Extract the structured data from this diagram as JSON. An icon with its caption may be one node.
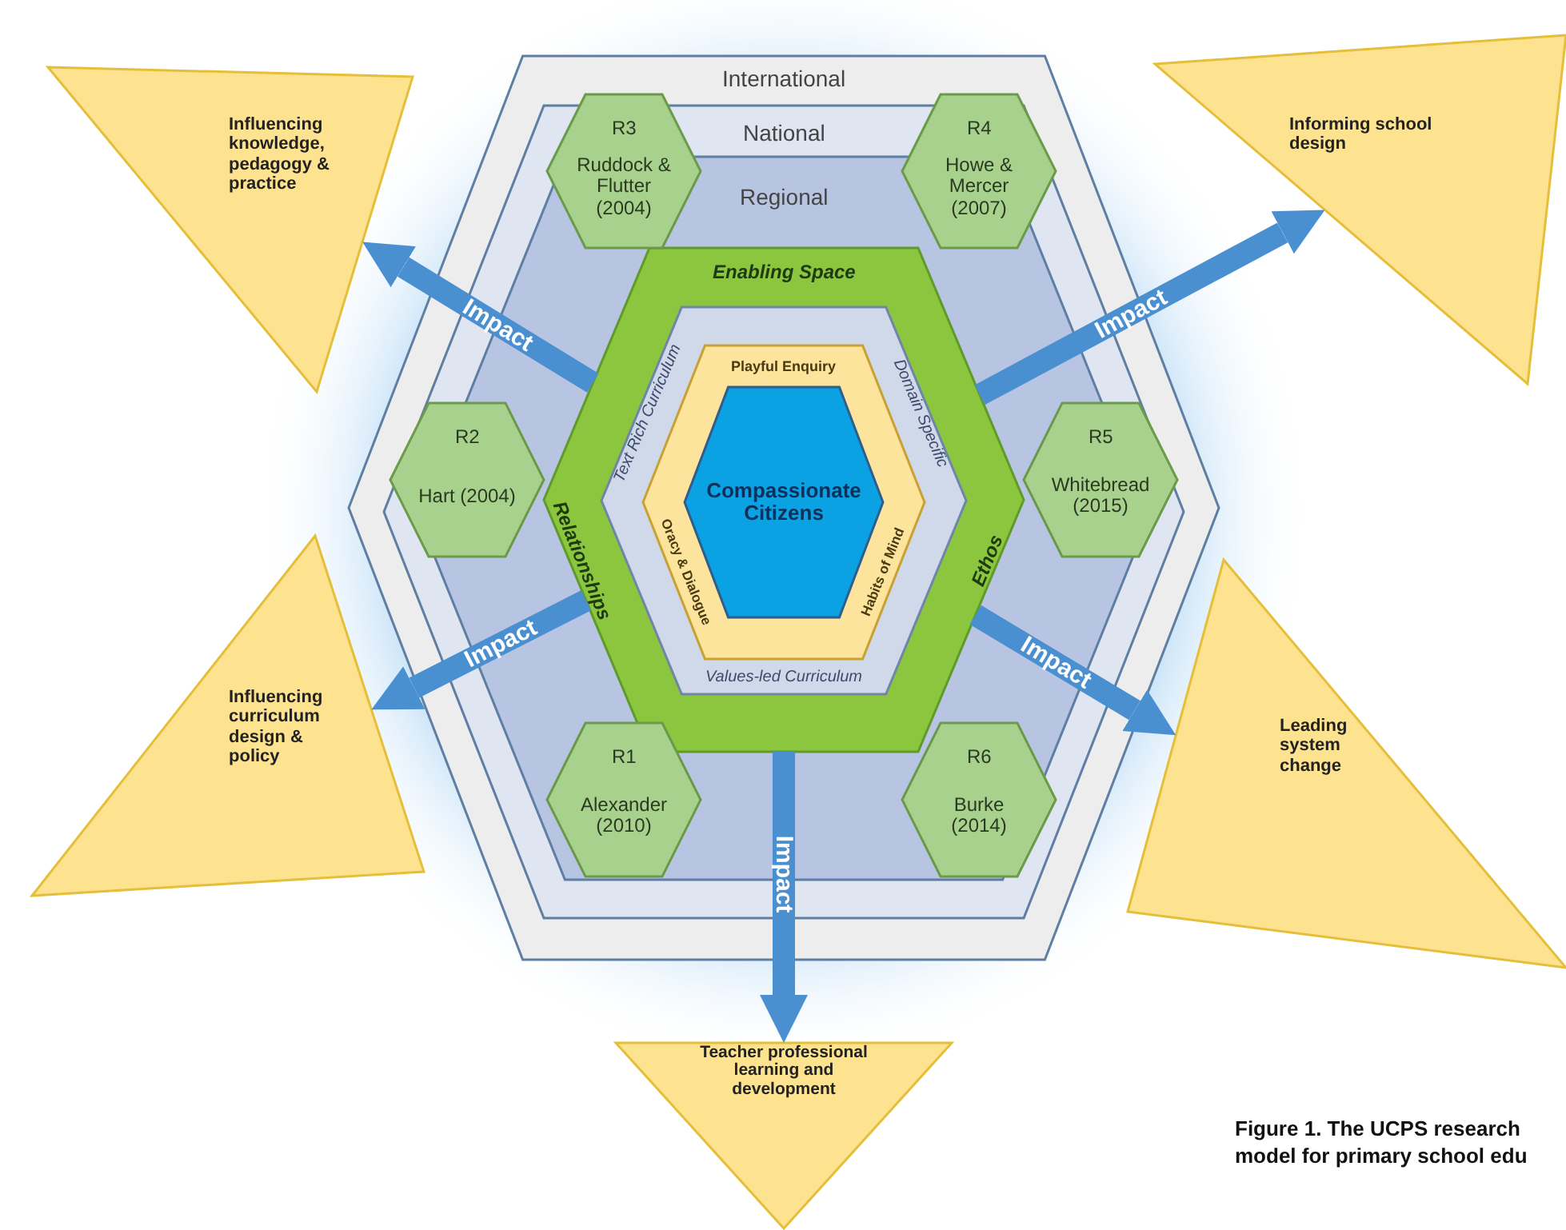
{
  "diagram": {
    "caption": "Figure 1. The UCPS research model for primary school edu",
    "nodes": [
      {
        "text": [
          "International"
        ]
      },
      {
        "text": [
          "National"
        ],
        "in": 0
      },
      {
        "text": [
          "Regional"
        ],
        "in": 1
      },
      {
        "text": [
          "Enabling Space",
          "Relationships",
          "Ethos"
        ],
        "in": 2
      },
      {
        "text": [
          "Text Rich Curriculum",
          "Domain Specific",
          "Values-led Curriculum"
        ],
        "in": 3
      },
      {
        "text": [
          "Playful Enquiry",
          "Oracy & Dialogue",
          "Habits of Mind"
        ],
        "in": 4
      },
      {
        "text": [
          "Compassionate Citizens"
        ],
        "in": 5
      },
      {
        "text": [
          "R3",
          "Ruddock & Flutter (2004)"
        ],
        "in": 0
      },
      {
        "text": [
          "R4",
          "Howe & Mercer (2007)"
        ],
        "in": 0
      },
      {
        "text": [
          "R2",
          "Hart (2004)"
        ],
        "in": 1
      },
      {
        "text": [
          "R5",
          "Whitebread (2015)"
        ],
        "in": 1
      },
      {
        "text": [
          "R1",
          "Alexander (2010)"
        ],
        "in": 2
      },
      {
        "text": [
          "R6",
          "Burke (2014)"
        ],
        "in": 2
      },
      {
        "text": [
          "Influencing knowledge, pedagogy & practice"
        ]
      },
      {
        "text": [
          "Informing school design"
        ]
      },
      {
        "text": [
          "Influencing curriculum design & policy"
        ]
      },
      {
        "text": [
          "Leading system change"
        ]
      },
      {
        "text": [
          "Teacher professional learning and development"
        ]
      }
    ],
    "edges": [
      {
        "from": 3,
        "to": 13,
        "label": "Impact",
        "arrow": "to"
      },
      {
        "from": 3,
        "to": 14,
        "label": "Impact",
        "arrow": "to"
      },
      {
        "from": 3,
        "to": 15,
        "label": "Impact",
        "arrow": "to"
      },
      {
        "from": 3,
        "to": 16,
        "label": "Impact",
        "arrow": "to"
      },
      {
        "from": 3,
        "to": 17,
        "label": "Impact",
        "arrow": "to"
      }
    ]
  }
}
